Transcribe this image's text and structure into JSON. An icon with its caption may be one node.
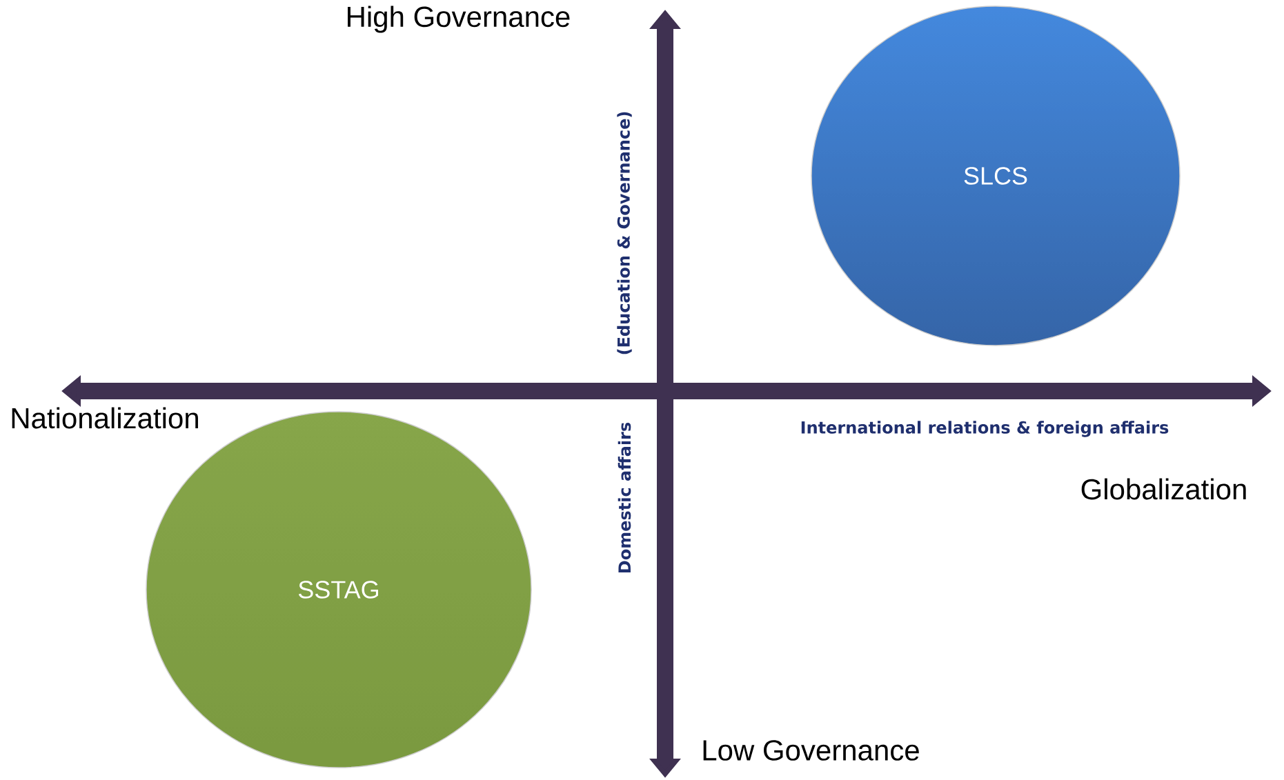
{
  "diagram": {
    "nodes": [
      {
        "text": [
          "SLCS"
        ]
      },
      {
        "text": [
          "SSTAG"
        ]
      }
    ],
    "edges": [],
    "labels": [
      "High Governance",
      "(Education & Governance)",
      "Nationalization",
      "Domestic affairs",
      "International relations & foreign affairs",
      "Globalization",
      "Low Governance"
    ]
  }
}
